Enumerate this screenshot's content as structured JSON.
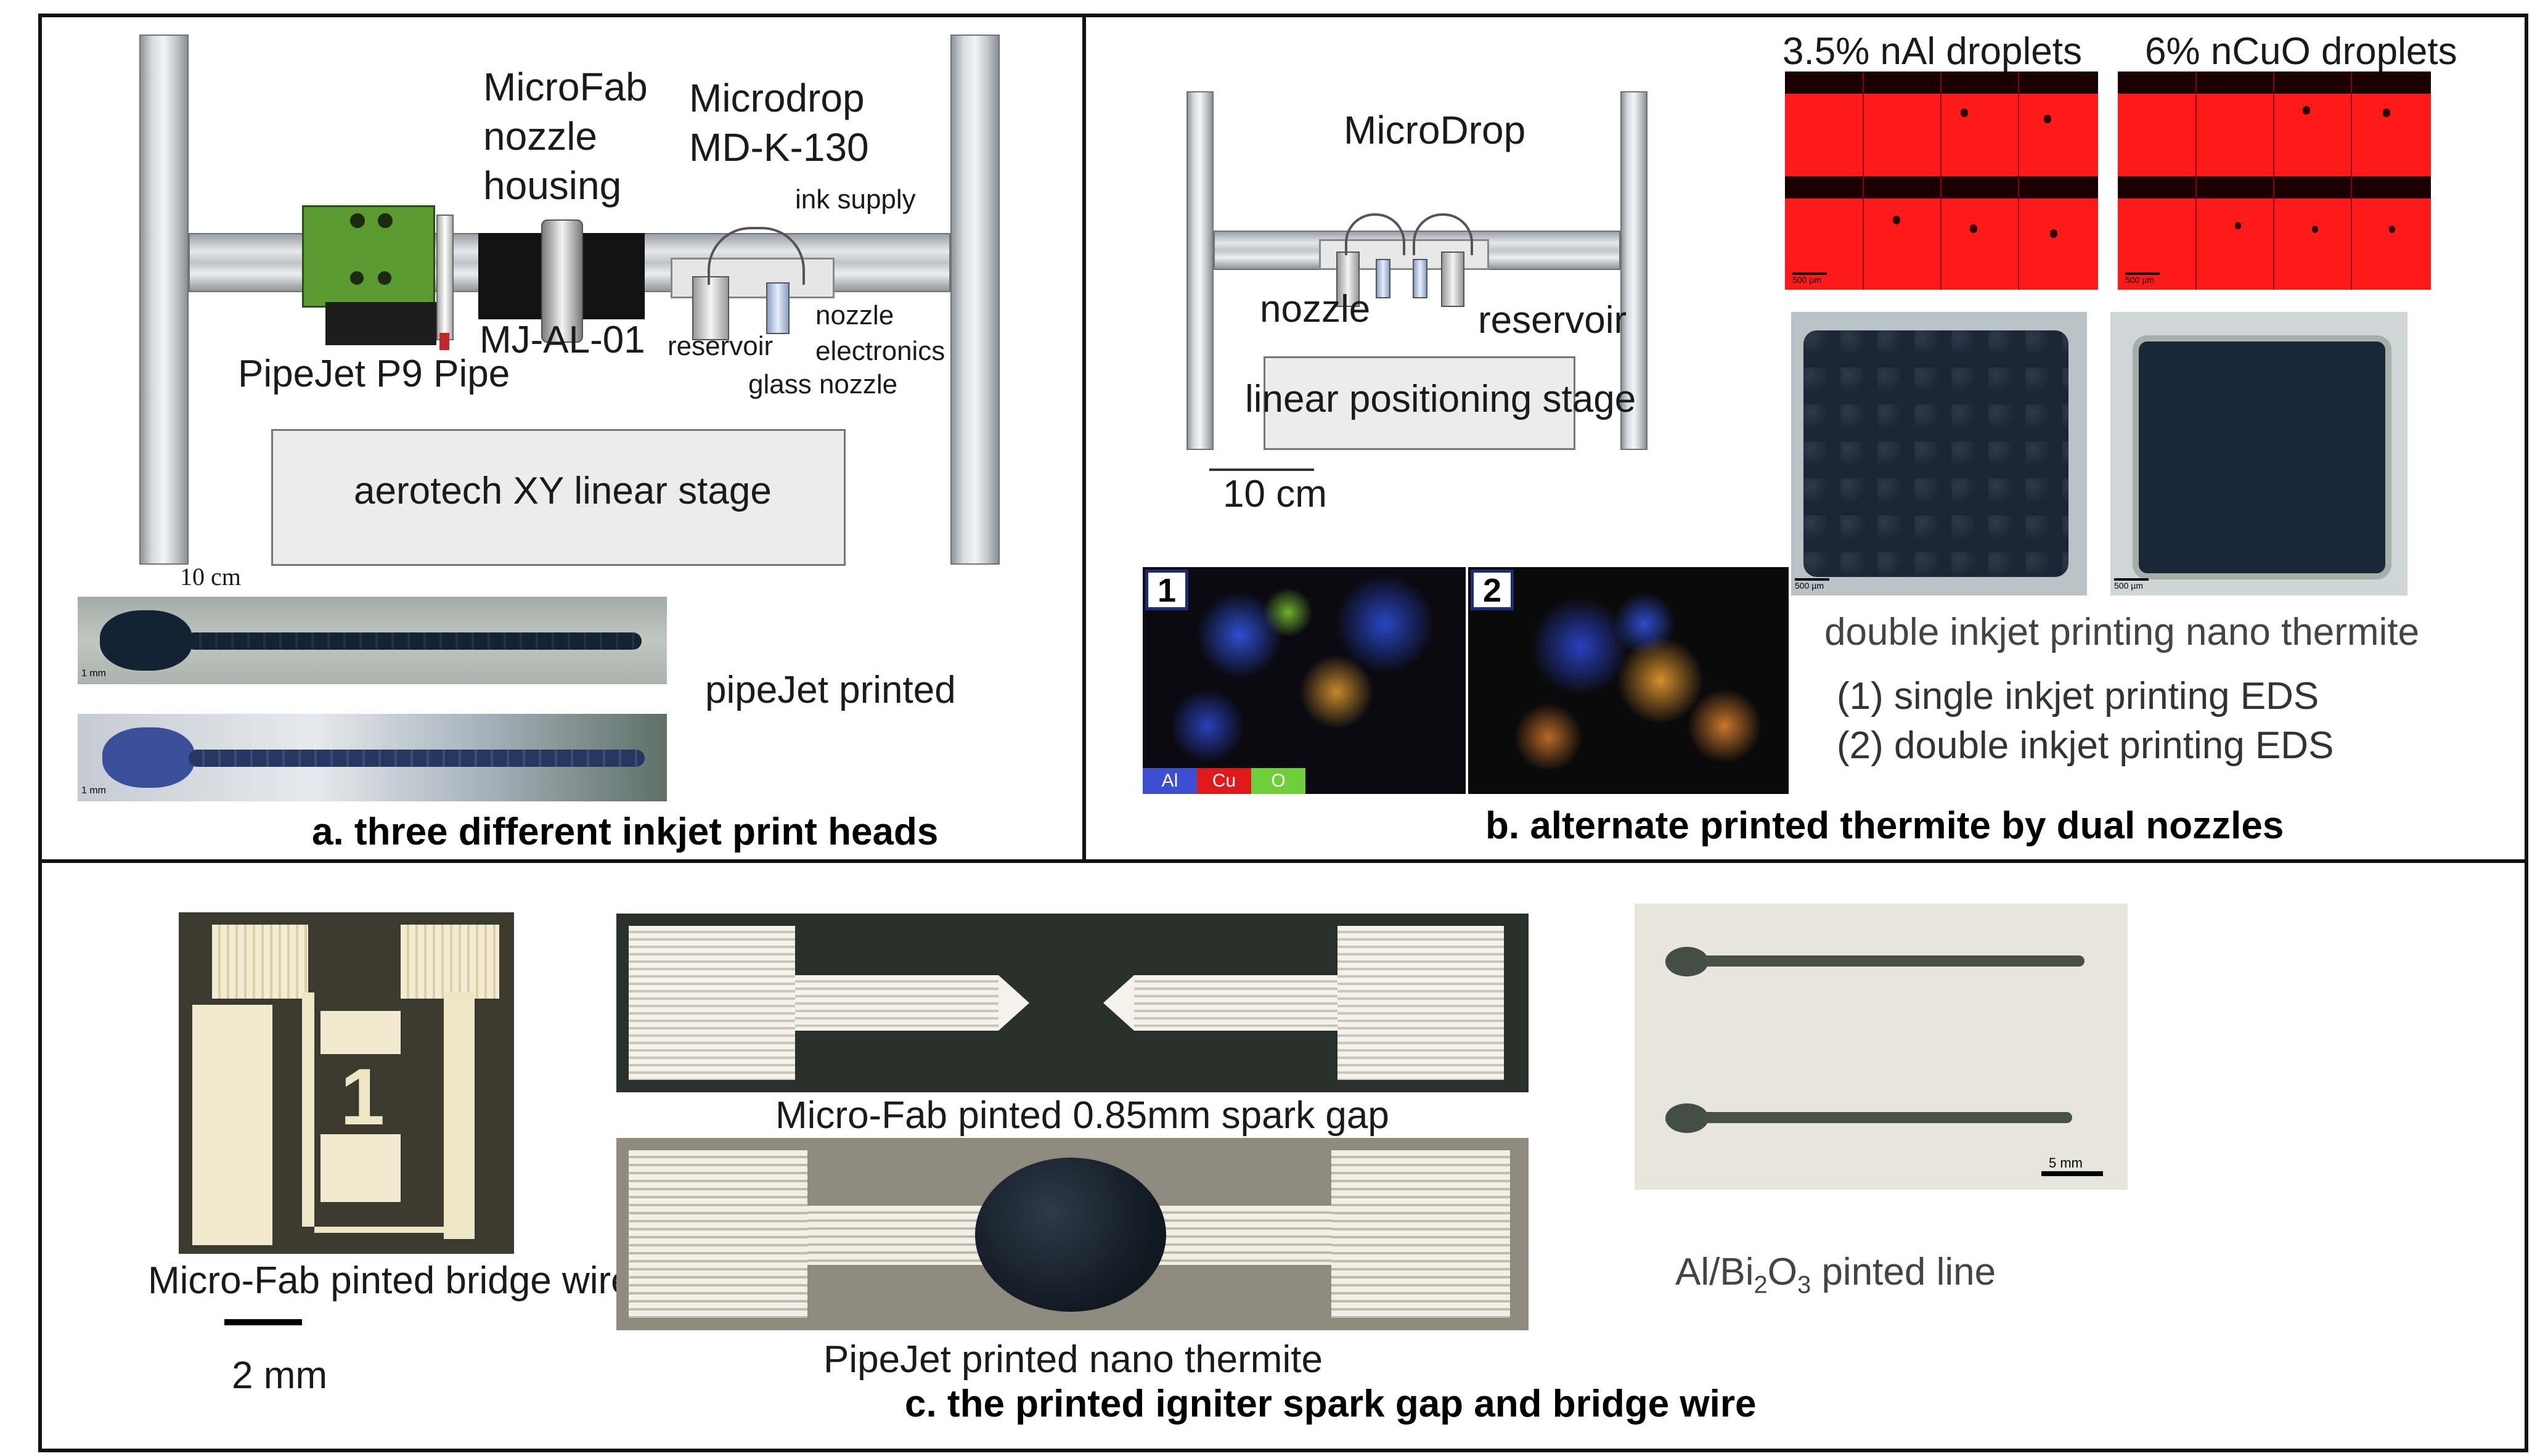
{
  "panel_a": {
    "caption": "a. three different inkjet print heads",
    "microfab_label": [
      "MicroFab",
      "nozzle",
      "housing"
    ],
    "microdrop_label": [
      "Microdrop",
      "MD-K-130"
    ],
    "ink_supply": "ink supply",
    "pipejet_label": "PipeJet P9 Pipe",
    "mjal_label": "MJ-AL-01",
    "reservoir": "reservoir",
    "nozzle_electronics": [
      "nozzle",
      "electronics"
    ],
    "glass_nozzle": "glass nozzle",
    "stage_label": "aerotech XY linear stage",
    "scale": "10 cm",
    "pipejet_printed": "pipeJet printed",
    "micro_scale_1": "1 mm",
    "micro_scale_2": "1 mm"
  },
  "panel_b": {
    "caption": "b. alternate printed thermite by dual nozzles",
    "microdrop": "MicroDrop",
    "nozzle": "nozzle",
    "reservoir": "reservoir",
    "stage_label": "linear positioning stage",
    "scale": "10 cm",
    "nal_droplets": "3.5% nAl  droplets",
    "ncuo_droplets": "6% nCuO droplets",
    "drop_scale_1": "500 µm",
    "drop_scale_2": "500 µm",
    "square_scale_1": "500 µm",
    "square_scale_2": "500 µm",
    "double_inkjet": "double inkjet printing nano thermite",
    "eds_1": "(1) single inkjet printing EDS",
    "eds_2": "(2) double inkjet printing  EDS",
    "box_1": "1",
    "box_2": "2",
    "legend": [
      "Al",
      "Cu",
      "O"
    ]
  },
  "panel_c": {
    "caption": "c. the printed igniter spark gap and bridge wire",
    "bridge_wire": "Micro-Fab pinted bridge wire",
    "bridge_scale": "2 mm",
    "bridge_digit": "1",
    "spark_gap": "Micro-Fab pinted 0.85mm spark gap",
    "pipejet_thermite": "PipeJet printed nano thermite",
    "albio_prefix": "Al/Bi",
    "albio_sub1": "2",
    "albio_mid": "O",
    "albio_sub2": "3",
    "albio_suffix": " pinted line",
    "line_scale": "5 mm"
  },
  "colors": {
    "al": "#3b4fd0",
    "cu": "#e01a1a",
    "o": "#6fcf3a",
    "printhead_green": "#5a9a2e",
    "droplet_red": "#ff1a1a"
  }
}
